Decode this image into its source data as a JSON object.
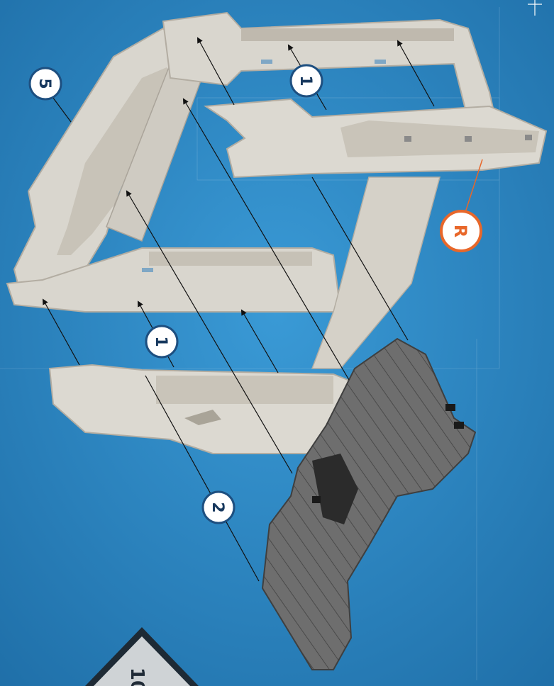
{
  "colors": {
    "background": "#2a86c2",
    "part_light": "#d9d6ce",
    "part_shadow": "#b9b5ab",
    "part_dark": "#6b6b6b",
    "callout_ring": "#1d4f80",
    "callout_fill": "#ffffff",
    "callout_text": "#17385e",
    "accent_ring": "#e8672a",
    "accent_text": "#e8672a",
    "page_badge": "#cfd3d6",
    "page_badge_text": "#1f2a36"
  },
  "callouts": {
    "c5": "5",
    "c1_top": "1",
    "c1_bottom": "1",
    "c2": "2",
    "cR": "R"
  },
  "page_number": "10"
}
